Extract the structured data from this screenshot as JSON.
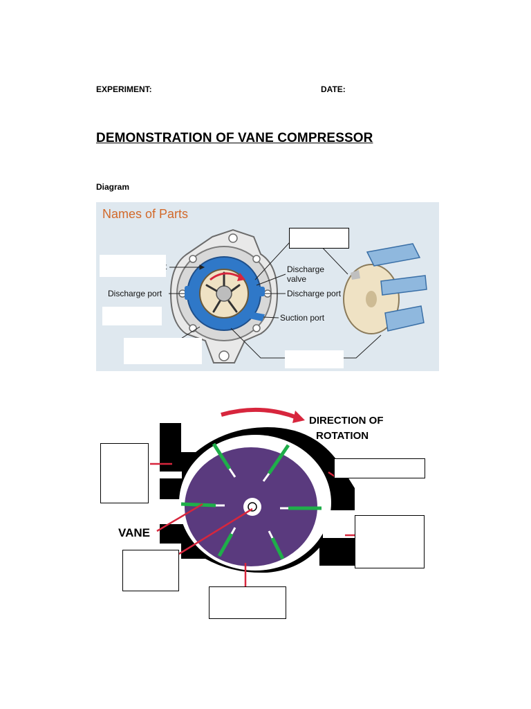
{
  "header": {
    "experiment_label": "EXPERIMENT:",
    "date_label": "DATE:"
  },
  "title": "DEMONSTRATION OF VANE COMPRESSOR",
  "diagram_label": "Diagram",
  "figure1": {
    "heading": "Names of Parts",
    "labels": {
      "partial_t": "t",
      "discharge_port_left": "Discharge port",
      "discharge_valve_1": "Discharge",
      "discharge_valve_2": "valve",
      "discharge_port_right": "Discharge port",
      "suction_port": "Suction port"
    }
  },
  "figure2": {
    "direction_1": "DIRECTION OF",
    "direction_2": "ROTATION",
    "vane": "VANE"
  },
  "colors": {
    "housing_blue": "#2f78c8",
    "rotor_purple": "#5a3a7e",
    "vane_green": "#1fae4a",
    "arrow_red": "#d7263d",
    "figure1_bg": "#dfe8ef",
    "rotor_beige": "#efe2c4"
  }
}
